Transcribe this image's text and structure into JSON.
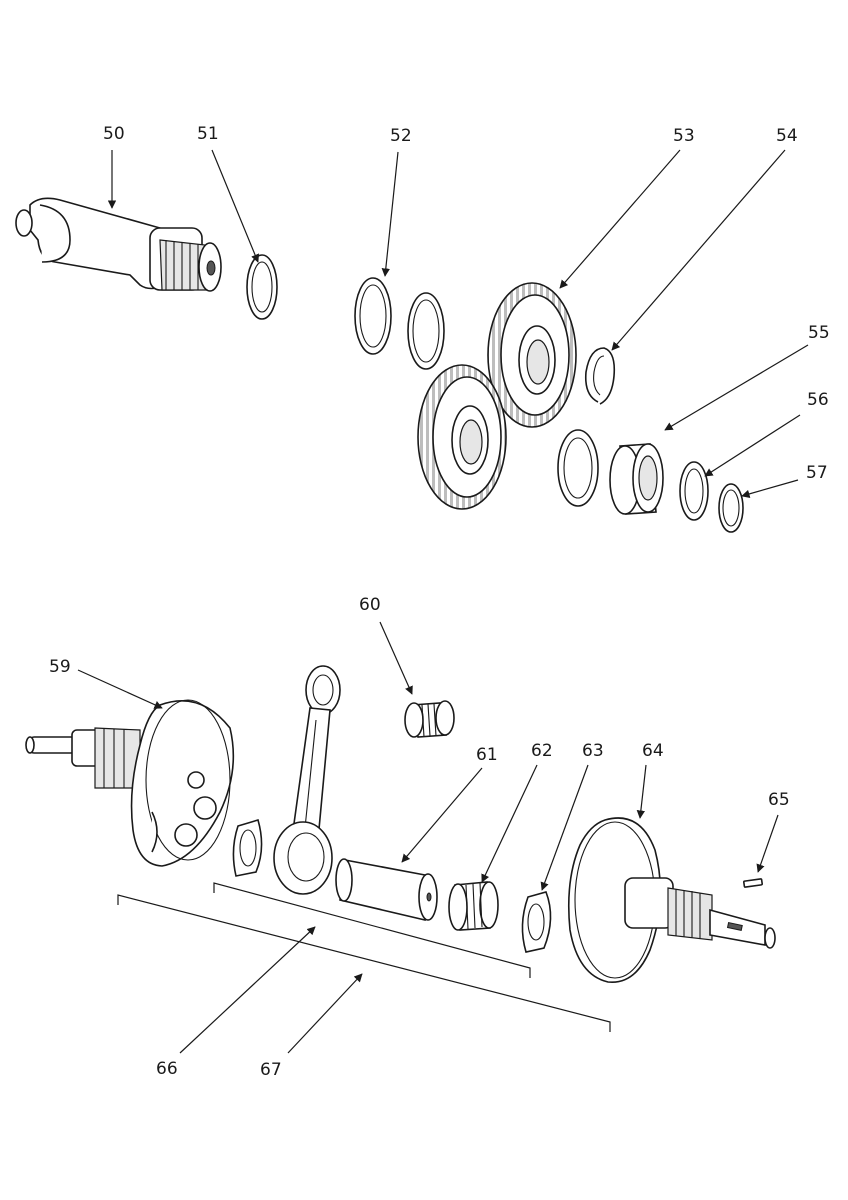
{
  "callouts": {
    "p50": "50",
    "p51": "51",
    "p52": "52",
    "p53": "53",
    "p54": "54",
    "p55": "55",
    "p56": "56",
    "p57": "57",
    "p59": "59",
    "p60": "60",
    "p61": "61",
    "p62": "62",
    "p63": "63",
    "p64": "64",
    "p65": "65",
    "p66": "66",
    "p67": "67"
  },
  "colors": {
    "line": "#1a1a1a",
    "background": "#ffffff",
    "shade": "#e6e6e6"
  }
}
